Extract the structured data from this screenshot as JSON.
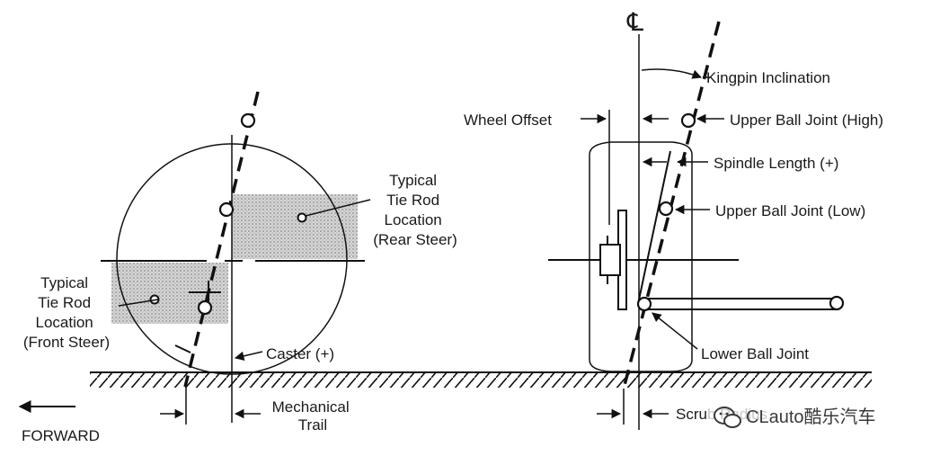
{
  "labels": {
    "centerline": "℄",
    "kingpin_inclination": "Kingpin Inclination",
    "wheel_offset": "Wheel Offset",
    "upper_ball_joint_high": "Upper Ball Joint (High)",
    "spindle_length": "Spindle Length (+)",
    "upper_ball_joint_low": "Upper Ball Joint (Low)",
    "lower_ball_joint": "Lower Ball Joint",
    "scrub_radius": "Scrub Radius",
    "tie_rod_rear": [
      "Typical",
      "Tie Rod",
      "Location",
      "(Rear Steer)"
    ],
    "tie_rod_front": [
      "Typical",
      "Tie Rod",
      "Location",
      "(Front Steer)"
    ],
    "caster": "Caster (+)",
    "mechanical_trail": [
      "Mechanical",
      "Trail"
    ],
    "forward": "FORWARD"
  },
  "watermark": "CLauto酷乐汽车"
}
